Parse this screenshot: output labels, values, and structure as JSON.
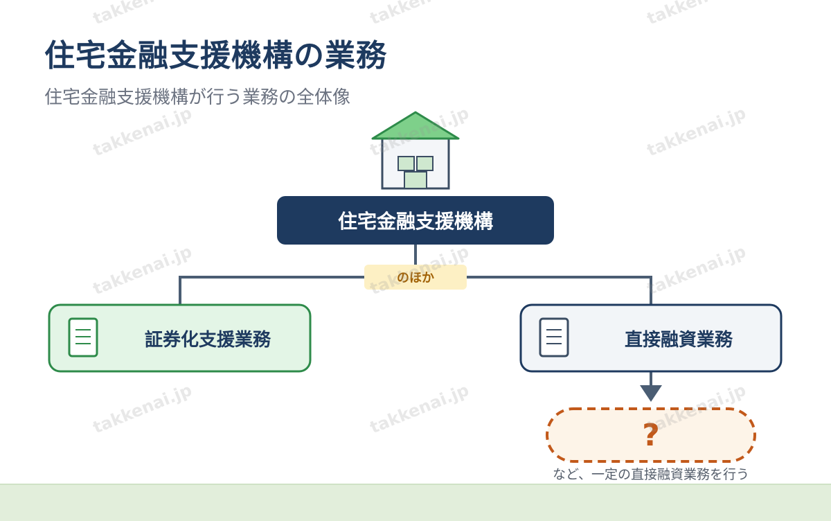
{
  "header": {
    "title": "住宅金融支援機構の業務",
    "subtitle": "住宅金融支援機構が行う業務の全体像"
  },
  "diagram": {
    "org": {
      "label": "住宅金融支援機構",
      "icon": "house-icon"
    },
    "other_tag": "のほか",
    "left_business": {
      "label": "証券化支援業務",
      "icon": "document-icon"
    },
    "right_business": {
      "label": "直接融資業務",
      "icon": "document-icon"
    },
    "unknown": {
      "label": "?"
    },
    "note": "など、一定の直接融資業務を行う"
  },
  "watermark": "takkenai.jp",
  "colors": {
    "navy": "#1e3a5f",
    "green": "#2e8b4a",
    "green_fill": "#e3f5e6",
    "orange": "#c2591a",
    "orange_fill": "#fdf4e8",
    "tag_fill": "#fdf0c4"
  }
}
